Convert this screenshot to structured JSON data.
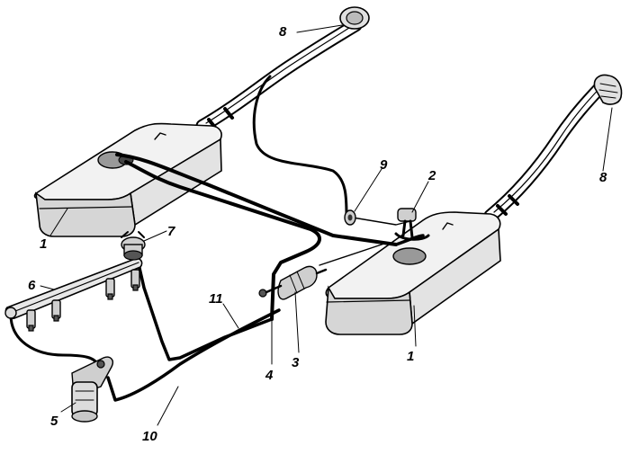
{
  "labels": {
    "l1_left": "1",
    "l1_right": "1",
    "l2": "2",
    "l3": "3",
    "l4": "4",
    "l5": "5",
    "l6": "6",
    "l7": "7",
    "l8_top": "8",
    "l8_right": "8",
    "l9": "9",
    "l10": "10",
    "l11": "11"
  }
}
